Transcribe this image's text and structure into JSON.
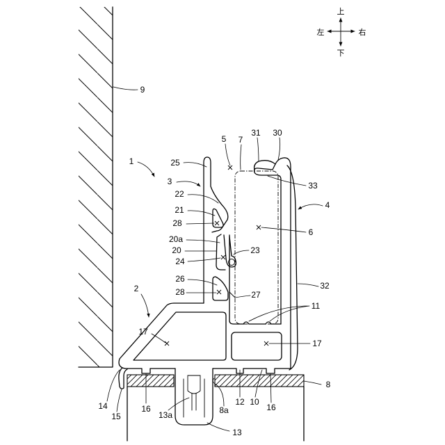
{
  "direction_indicator": {
    "up": "上",
    "down": "下",
    "left": "左",
    "right": "右"
  },
  "reference_numerals": {
    "n1": "1",
    "n2": "2",
    "n3": "3",
    "n4": "4",
    "n5": "5",
    "n6": "6",
    "n7": "7",
    "n8": "8",
    "n8a": "8a",
    "n9": "9",
    "n10": "10",
    "n11": "11",
    "n12": "12",
    "n13": "13",
    "n13a": "13a",
    "n14": "14",
    "n15": "15",
    "n16_left": "16",
    "n16_right": "16",
    "n17_left": "17",
    "n17_right": "17",
    "n20": "20",
    "n20a": "20a",
    "n21": "21",
    "n22": "22",
    "n23": "23",
    "n24": "24",
    "n25": "25",
    "n26": "26",
    "n27": "27",
    "n28_upper": "28",
    "n28_lower": "28",
    "n30": "30",
    "n31": "31",
    "n32": "32",
    "n33": "33"
  },
  "colors": {
    "line": "#000000",
    "background": "#ffffff"
  }
}
